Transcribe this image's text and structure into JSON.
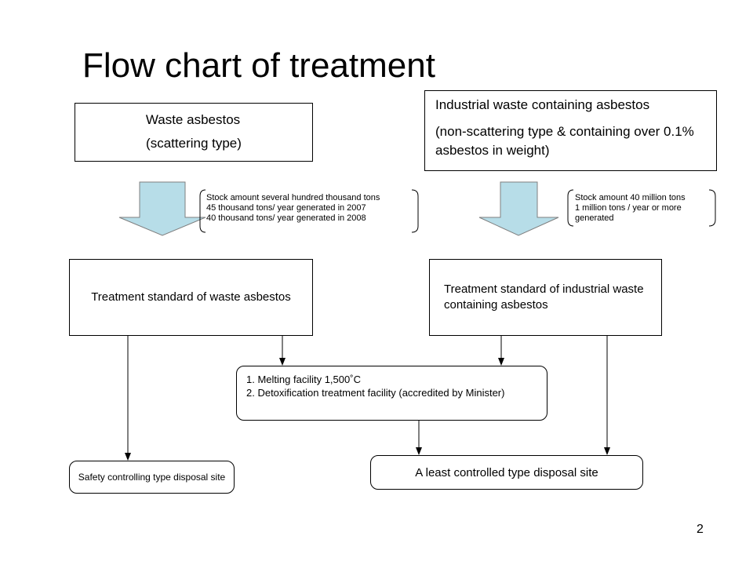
{
  "title": "Flow chart of treatment",
  "waste_asbestos": {
    "line1": "Waste asbestos",
    "line2": "(scattering type)"
  },
  "industrial_waste": {
    "line1": "Industrial waste containing asbestos",
    "line2": "(non-scattering type & containing over 0.1% asbestos in weight)"
  },
  "stock_left": [
    "Stock amount several hundred thousand tons",
    "45 thousand tons/ year  generated in 2007",
    "40 thousand tons/ year generated in 2008"
  ],
  "stock_right": [
    "Stock amount 40 million tons",
    "1 million tons / year or more",
    "generated"
  ],
  "treatment_left": "Treatment standard of waste asbestos",
  "treatment_right": "Treatment standard of industrial waste containing asbestos",
  "facilities": [
    "1. Melting facility 1,500˚C",
    "2. Detoxification treatment facility (accredited by Minister)"
  ],
  "safety_site": "Safety controlling type disposal site",
  "least_site": "A least controlled type disposal site",
  "page_number": "2",
  "colors": {
    "arrow_fill": "#b7dde8",
    "line": "#000000"
  }
}
